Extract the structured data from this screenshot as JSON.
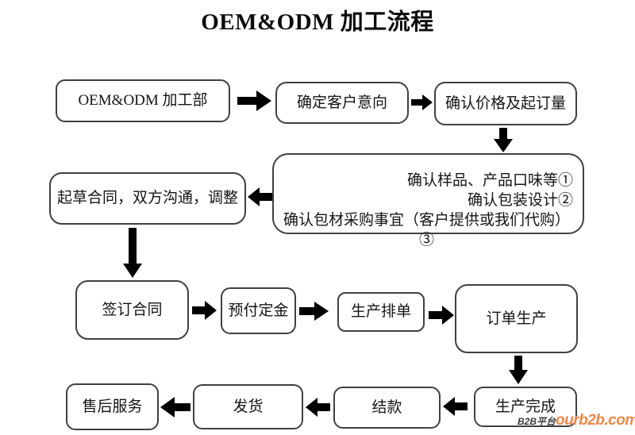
{
  "title": "OEM&ODM 加工流程",
  "nodes": {
    "oem_dept": "OEM&ODM 加工部",
    "confirm_intent": "确定客户意向",
    "confirm_price": "确认价格及起订量",
    "confirm_lines": [
      "确认样品、产品口味等①",
      "确认包装设计②",
      "确认包材采购事宜（客户提供或我们代购）③"
    ],
    "draft_contract": "起草合同，双方沟通，调整",
    "sign_contract": "签订合同",
    "pay_deposit": "预付定金",
    "production_schedule": "生产排单",
    "order_production": "订单生产",
    "production_complete": "生产完成",
    "settle_payment": "结款",
    "ship_goods": "发货",
    "after_sales": "售后服务"
  },
  "watermark": {
    "platform": "B2B平台",
    "site": "ourb2b.com",
    "site_color": "#ef8748"
  },
  "colors": {
    "box_border": "#404040",
    "arrow": "#000000",
    "text": "#141414"
  }
}
